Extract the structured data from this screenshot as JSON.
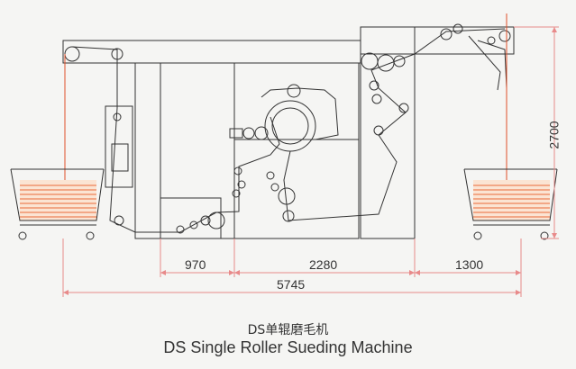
{
  "caption": {
    "chinese": "DS单辊磨毛机",
    "english": "DS Single Roller Sueding Machine"
  },
  "dimensions": {
    "segment_1": "970",
    "segment_2": "2280",
    "segment_3": "1300",
    "overall_length": "5745",
    "height": "2700"
  },
  "colors": {
    "line": "#333333",
    "fabric_feed": "#e0502a",
    "fabric_stack": "#e8a070",
    "dimension_line": "#e88a8a"
  }
}
